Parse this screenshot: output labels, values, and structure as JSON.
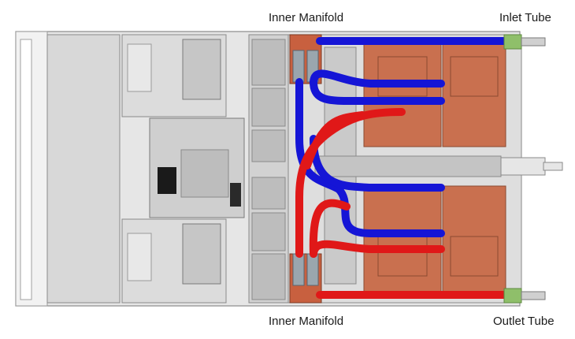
{
  "labels": {
    "inner_manifold_top": "Inner Manifold",
    "inlet_tube": "Inlet Tube",
    "inner_manifold_bottom": "Inner Manifold",
    "outlet_tube": "Outlet Tube"
  },
  "colors": {
    "cold_tube": "#1515d6",
    "hot_tube": "#e01818",
    "cold_plate": "#c9704f",
    "manifold": "#c8603f",
    "chassis": "#d4d4d4",
    "chassis_outline": "#8a8a8a",
    "fan": "#bdbdbd",
    "fitting": "#8fbf6a"
  },
  "icons": {
    "vertical_label": "vertical-text-on-bezel"
  }
}
